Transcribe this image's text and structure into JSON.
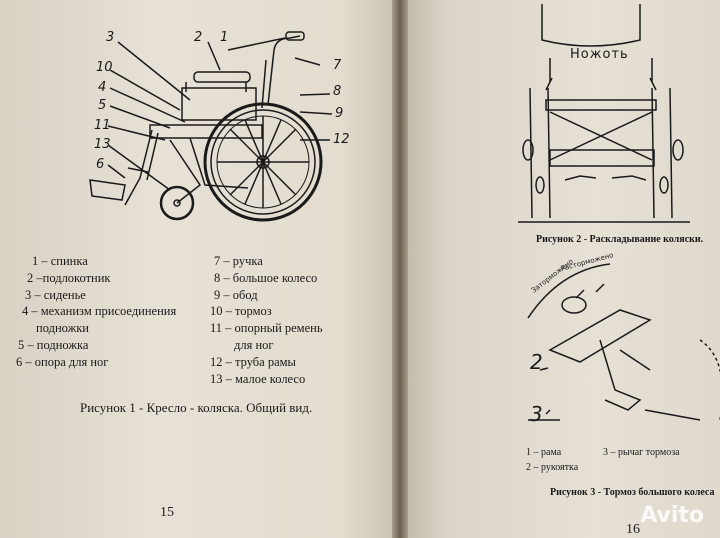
{
  "left_page": {
    "legend_left": [
      "1 – спинка",
      "2 –подлокотник",
      "3 – сиденье",
      "4 – механизм присоединения",
      "подножки",
      "5 – подножка",
      "6 – опора для ног"
    ],
    "legend_right": [
      "7 – ручка",
      "8 – большое колесо",
      "9 – обод",
      "10 – тормоз",
      "11 – опорный ремень",
      "для ног",
      "12 – труба рамы",
      "13 – малое колесо"
    ],
    "caption": "Рисунок 1 - Кресло - коляска. Общий вид.",
    "page_number": "15",
    "callouts": [
      "3",
      "2",
      "1",
      "10",
      "7",
      "4",
      "8",
      "5",
      "9",
      "11",
      "12",
      "13",
      "6"
    ]
  },
  "right_page": {
    "knife_label": "Ножоть",
    "caption_fig2": "Рисунок 2 - Раскладывание коляски.",
    "brake_labels": [
      "Заторможено",
      "Расторможено"
    ],
    "callouts": [
      "2",
      "3"
    ],
    "legend": [
      "1 – рама",
      "3 – рычаг тормоза",
      "2 – рукоятка"
    ],
    "caption_fig3": "Рисунок 3 - Тормоз большого колеса",
    "page_number": "16"
  },
  "watermark": "Avito"
}
